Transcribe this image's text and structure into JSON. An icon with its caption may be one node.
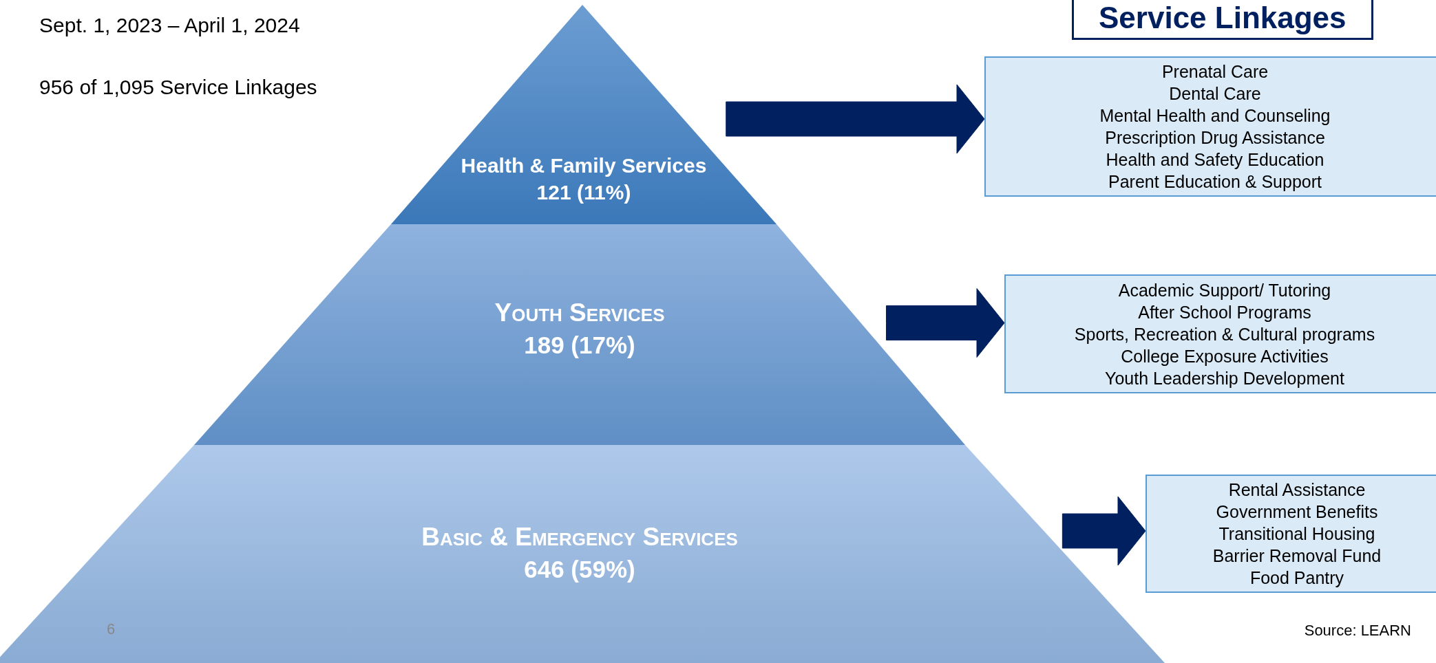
{
  "diagram": {
    "title": "Service Linkages",
    "nodes": [
      {
        "text": [
          "Health & Family Services",
          "121 (11%)"
        ]
      },
      {
        "text": [
          "Youth Services",
          "189 (17%)"
        ]
      },
      {
        "text": [
          "Basic & Emergency Services",
          "646 (59%)"
        ]
      },
      {
        "text": [
          "Prenatal Care",
          "Dental Care",
          "Mental Health and Counseling",
          "Prescription Drug Assistance",
          "Health and Safety Education",
          "Parent Education & Support"
        ]
      },
      {
        "text": [
          "Academic Support/ Tutoring",
          "After School Programs",
          "Sports, Recreation & Cultural programs",
          "College Exposure Activities",
          "Youth Leadership Development"
        ]
      },
      {
        "text": [
          "Rental Assistance",
          "Government Benefits",
          "Transitional Housing",
          "Barrier Removal Fund",
          "Food Pantry"
        ]
      }
    ],
    "edges": [
      {
        "from": 0,
        "to": 3,
        "arrow": "to"
      },
      {
        "from": 1,
        "to": 4,
        "arrow": "to"
      },
      {
        "from": 2,
        "to": 5,
        "arrow": "to"
      }
    ],
    "labels": [
      "Sept. 1, 2023 – April 1, 2024",
      "956 of 1,095 Service Linkages",
      "6",
      "Source: LEARN"
    ]
  }
}
